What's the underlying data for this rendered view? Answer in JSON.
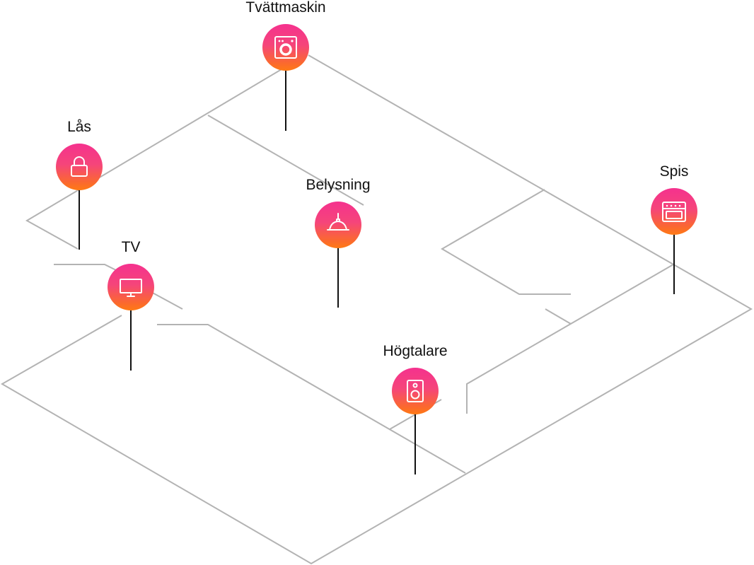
{
  "devices": [
    {
      "id": "washer",
      "label": "Tvättmaskin",
      "icon": "washing-machine-icon"
    },
    {
      "id": "lock",
      "label": "Lås",
      "icon": "lock-icon"
    },
    {
      "id": "lighting",
      "label": "Belysning",
      "icon": "ceiling-lamp-icon"
    },
    {
      "id": "tv",
      "label": "TV",
      "icon": "tv-icon"
    },
    {
      "id": "stove",
      "label": "Spis",
      "icon": "oven-icon"
    },
    {
      "id": "speaker",
      "label": "Högtalare",
      "icon": "speaker-icon"
    }
  ],
  "colors": {
    "pin_gradient_top": "#f5318e",
    "pin_gradient_bottom": "#ff7a14",
    "wall": "#b3b3b3",
    "stem": "#111111"
  }
}
